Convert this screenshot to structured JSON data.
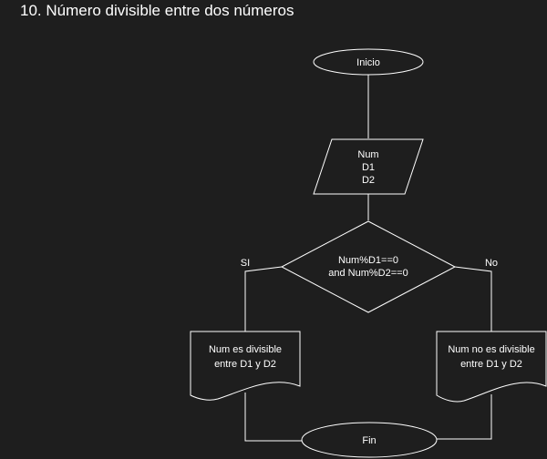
{
  "title": "10. Número divisible entre dos números",
  "nodes": {
    "start": {
      "label": "Inicio"
    },
    "input": {
      "lines": [
        "Num",
        "D1",
        "D2"
      ]
    },
    "decision": {
      "lines": [
        "Num%D1==0",
        "and Num%D2==0"
      ]
    },
    "output_yes": {
      "lines": [
        "Num es divisible",
        "entre D1 y  D2"
      ]
    },
    "output_no": {
      "lines": [
        "Num no es divisible",
        "entre D1 y  D2"
      ]
    },
    "end": {
      "label": "Fin"
    }
  },
  "branches": {
    "yes_label": "SI",
    "no_label": "No"
  },
  "colors": {
    "background": "#1e1e1e",
    "stroke": "#ffffff",
    "text": "#ffffff"
  }
}
